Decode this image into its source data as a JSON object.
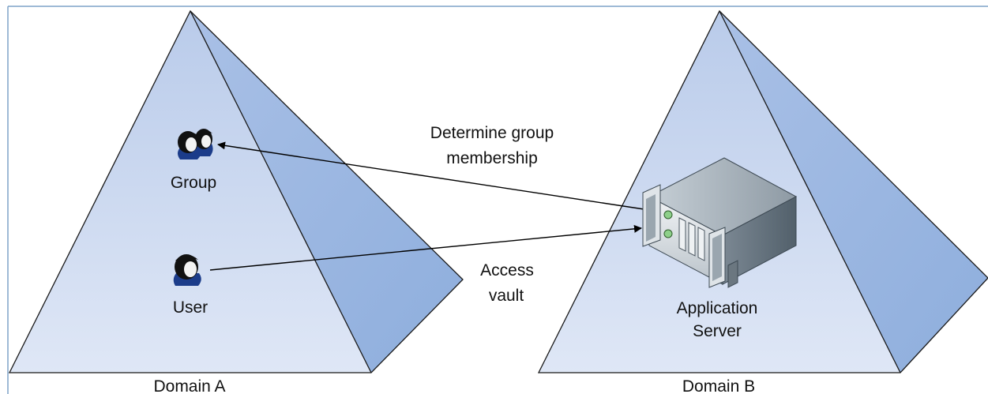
{
  "diagram": {
    "domains": [
      {
        "id": "domain-a",
        "label": "Domain A"
      },
      {
        "id": "domain-b",
        "label": "Domain B"
      }
    ],
    "nodes": {
      "group": {
        "label": "Group",
        "icon": "group-users-icon"
      },
      "user": {
        "label": "User",
        "icon": "user-icon"
      },
      "server": {
        "label_line1": "Application",
        "label_line2": "Server",
        "icon": "server-icon"
      }
    },
    "edges": {
      "group_membership": {
        "label_line1": "Determine group",
        "label_line2": "membership",
        "from": "Application Server",
        "to": "Group"
      },
      "access_vault": {
        "label_line1": "Access",
        "label_line2": "vault",
        "from": "User",
        "to": "Application Server"
      }
    }
  },
  "colors": {
    "pyramid_light": "#c9d7ef",
    "pyramid_dark": "#9bb5e0",
    "border": "#7ea3c8",
    "arrow": "#000000"
  }
}
